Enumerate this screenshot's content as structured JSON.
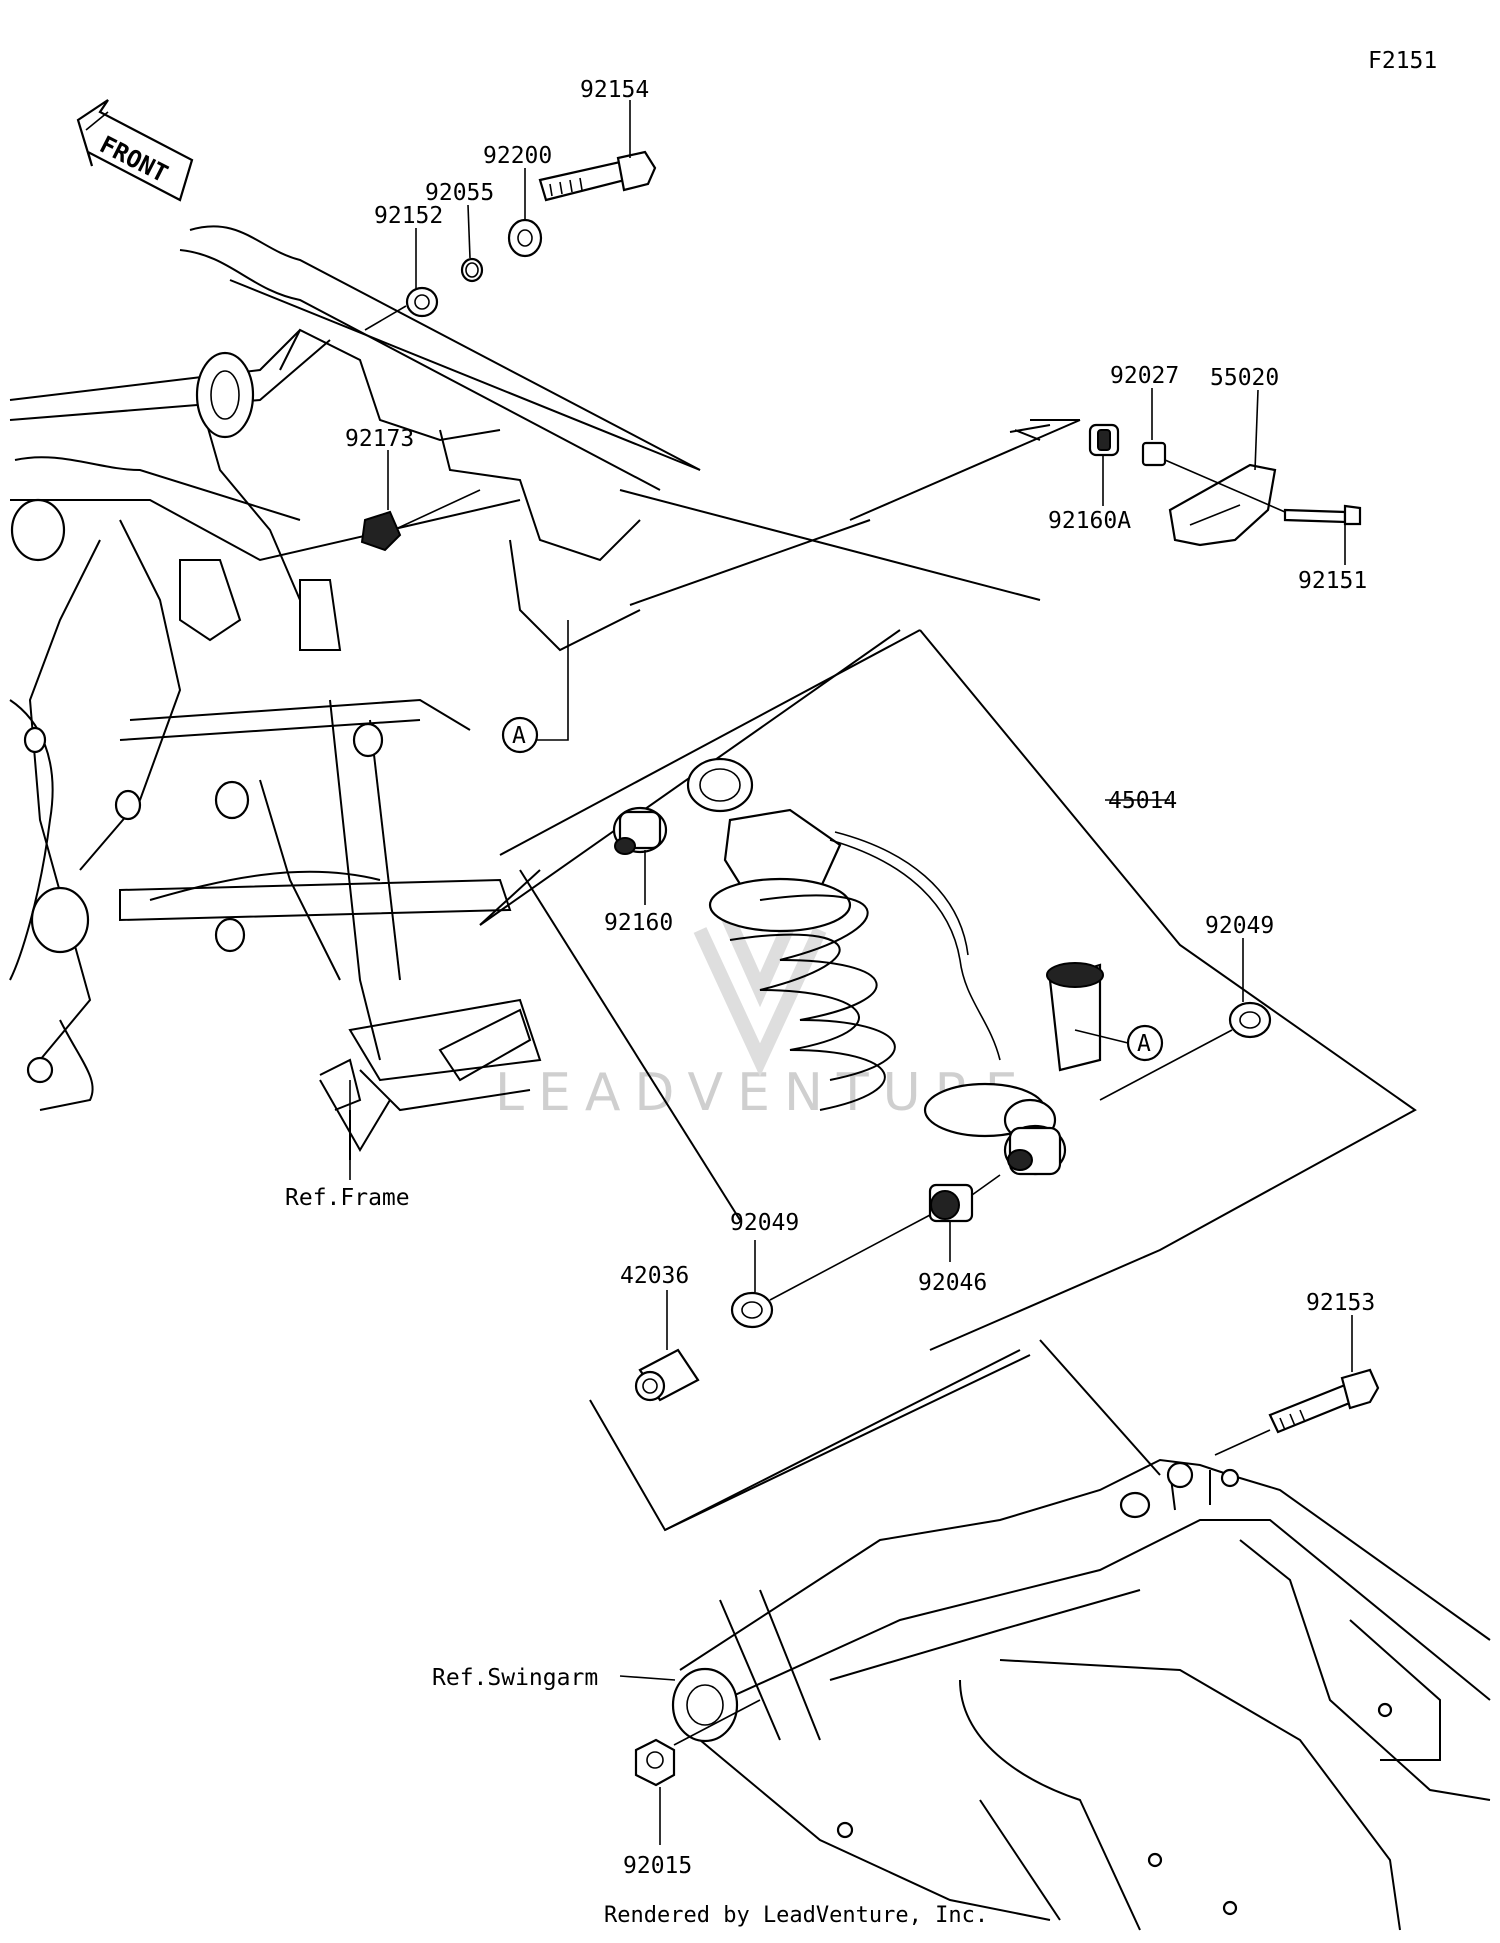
{
  "figure_code": "F2151",
  "front_label": "FRONT",
  "watermark": "LEADVENTURE",
  "footer": "Rendered by LeadVenture, Inc.",
  "refs": {
    "frame": "Ref.Frame",
    "swingarm": "Ref.Swingarm"
  },
  "callout": "A",
  "parts": [
    "92154",
    "92200",
    "92055",
    "92152",
    "92173",
    "92027",
    "55020",
    "92160A",
    "92151",
    "45014",
    "92160",
    "92049",
    "92046",
    "42036",
    "92153",
    "92015"
  ]
}
